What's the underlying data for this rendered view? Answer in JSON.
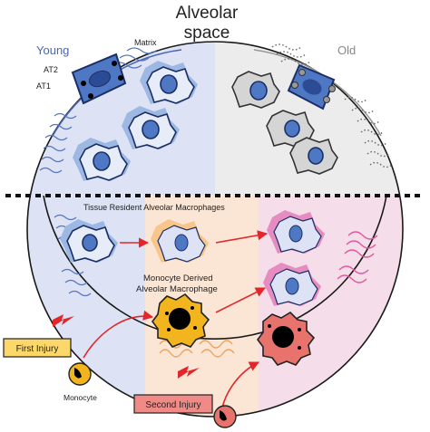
{
  "title": {
    "line1": "Alveolar",
    "line2": "space"
  },
  "labels": {
    "young": "Young",
    "old": "Old",
    "matrix": "Matrix",
    "at2": "AT2",
    "at1": "AT1",
    "tram": "Tissue Resident Alveolar Macrophages",
    "moam_line1": "Monocyte Derived",
    "moam_line2": "Alveolar Macrophage",
    "first_injury": "First Injury",
    "second_injury": "Second Injury",
    "monocyte": "Monocyte"
  },
  "colors": {
    "young_bg": "#dde3f4",
    "old_bg": "#ececec",
    "moam_bg": "#fbe6d6",
    "old_lower_bg": "#f5dde9",
    "tram_blue": "#9cb8e3",
    "nucleus_blue": "#4f78c4",
    "orange": "#f8c58a",
    "pink": "#e68cc1",
    "yellow_mac": "#f3b51e",
    "salmon_mac": "#e8736d",
    "injury_box_yellow": "#fcd86a",
    "injury_box_pink": "#f08a86",
    "arrow_red": "#e3262a",
    "divider": "#111111"
  }
}
